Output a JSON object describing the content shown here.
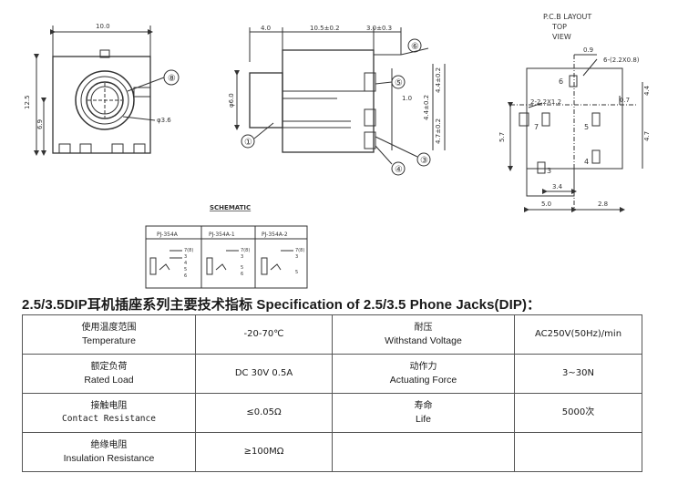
{
  "drawing": {
    "front_width": "10.0",
    "front_height": "12.5",
    "front_lower": "6.9",
    "front_hole": "φ3.6",
    "side_dims": [
      "4.0",
      "10.5±0.2",
      "3.0±0.3"
    ],
    "side_height": "φ6.0",
    "side_right_dims": [
      "4.4±0.2",
      "4.4±0.2",
      "4.7±0.2"
    ],
    "side_small": "1.0",
    "callouts": [
      "①",
      "④",
      "③",
      "⑤",
      "⑥",
      "⑧"
    ],
    "pcb_title": "P.C.B LAYOUT",
    "pcb_top": "TOP",
    "pcb_view": "VIEW",
    "pcb_dims": {
      "d09": "0.9",
      "d6": "6-(2.2X0.8)",
      "d2": "2-2.2X1.2",
      "d07": "0.7",
      "d44": "4.4",
      "d47": "4.7",
      "d57": "5.7",
      "d34": "3.4",
      "d50": "5.0",
      "d28": "2.8"
    },
    "pin_labels": [
      "6",
      "7",
      "5",
      "4",
      "3"
    ]
  },
  "schematic": {
    "title": "SCHEMATIC",
    "columns": [
      {
        "name": "PJ-354A",
        "pins": [
          "7(8)",
          "3",
          "4",
          "5",
          "6"
        ]
      },
      {
        "name": "PJ-354A-1",
        "pins": [
          "7(8)",
          "3",
          "5",
          "6"
        ]
      },
      {
        "name": "PJ-354A-2",
        "pins": [
          "7(8)",
          "3",
          "5"
        ]
      }
    ]
  },
  "spec": {
    "title": "2.5/3.5DIP耳机插座系列主要技术指标 Specification of 2.5/3.5 Phone Jacks(DIP)：",
    "rows": [
      {
        "cn1": "使用温度范围",
        "en1": "Temperature",
        "v1": "-20-70℃",
        "cn2": "耐压",
        "en2": "Withstand Voltage",
        "v2": "AC250V(50Hz)/min"
      },
      {
        "cn1": "额定负荷",
        "en1": "Rated Load",
        "v1": "DC 30V 0.5A",
        "cn2": "动作力",
        "en2": "Actuating Force",
        "v2": "3~30N"
      },
      {
        "cn1": "接触电阻",
        "en1": "Contact Resistance",
        "v1": "≤0.05Ω",
        "cn2": "寿命",
        "en2": "Life",
        "v2": "5000次"
      },
      {
        "cn1": "绝缘电阻",
        "en1": "Insulation Resistance",
        "v1": "≥100MΩ",
        "cn2": "",
        "en2": "",
        "v2": ""
      }
    ]
  }
}
